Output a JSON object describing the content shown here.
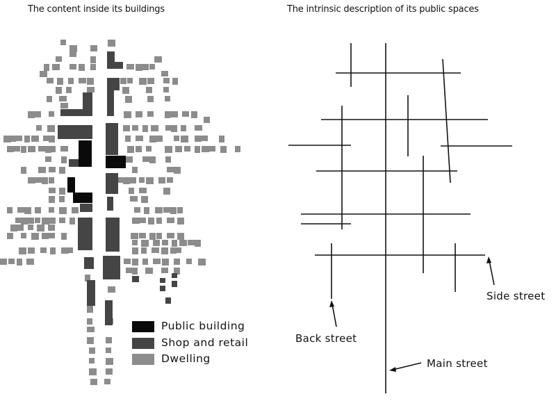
{
  "left_panel": {
    "title": "The content inside its buildings",
    "legend": [
      {
        "label": "Public building",
        "color": "#0a0a0a"
      },
      {
        "label": "Shop and retail",
        "color": "#454545"
      },
      {
        "label": "Dwelling",
        "color": "#8c8c8c"
      }
    ]
  },
  "right_panel": {
    "title": "The intrinsic description of its public spaces",
    "labels": {
      "back_street": "Back street",
      "side_street": "Side street",
      "main_street": "Main street"
    }
  }
}
